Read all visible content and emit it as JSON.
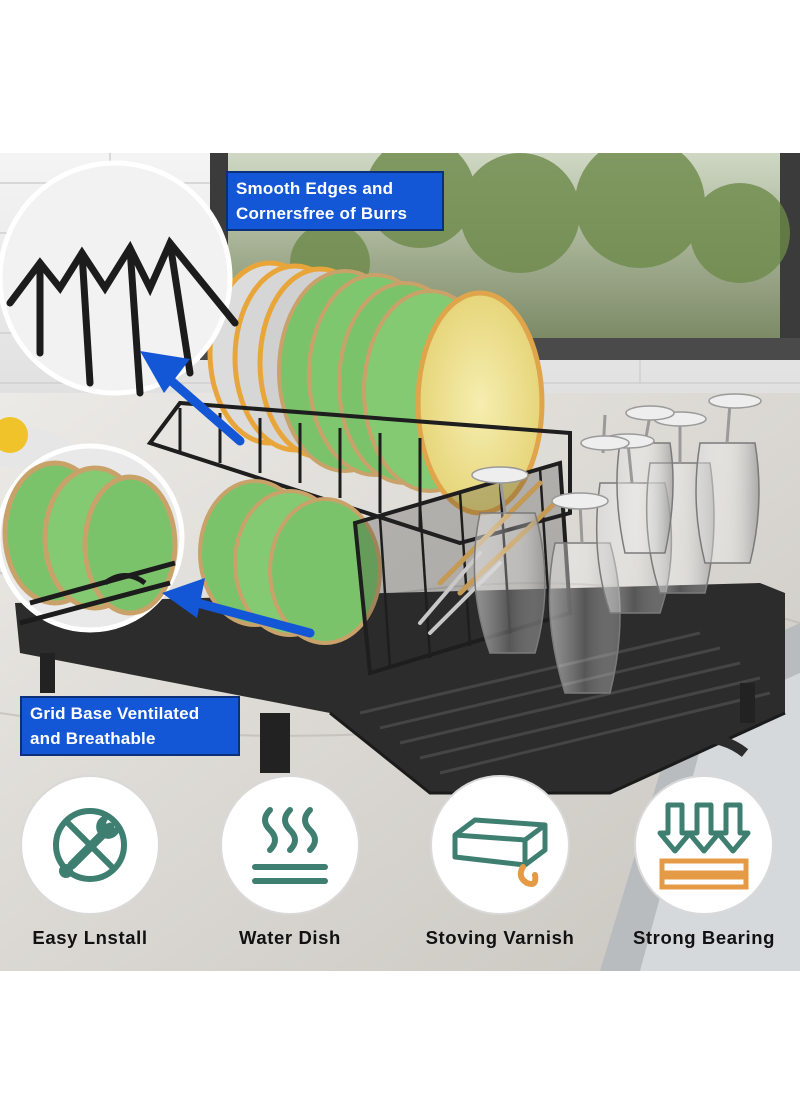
{
  "callouts": {
    "top": [
      "Smooth Edges and",
      "Cornersfree of Burrs"
    ],
    "bottom": [
      "Grid Base Ventilated",
      "and Breathable"
    ]
  },
  "features": [
    {
      "label": "Easy Lnstall",
      "icon": "wrench-screwdriver-icon"
    },
    {
      "label": "Water Dish",
      "icon": "steam-waves-icon"
    },
    {
      "label": "Stoving Varnish",
      "icon": "coated-tray-icon"
    },
    {
      "label": "Strong Bearing",
      "icon": "downward-load-icon"
    }
  ],
  "colors": {
    "label_bg": "#1457d6",
    "icon_teal": "#3e7f72",
    "icon_orange": "#e59a45",
    "plate_green": "#7bc36a",
    "plate_rim": "#c9a26a"
  }
}
